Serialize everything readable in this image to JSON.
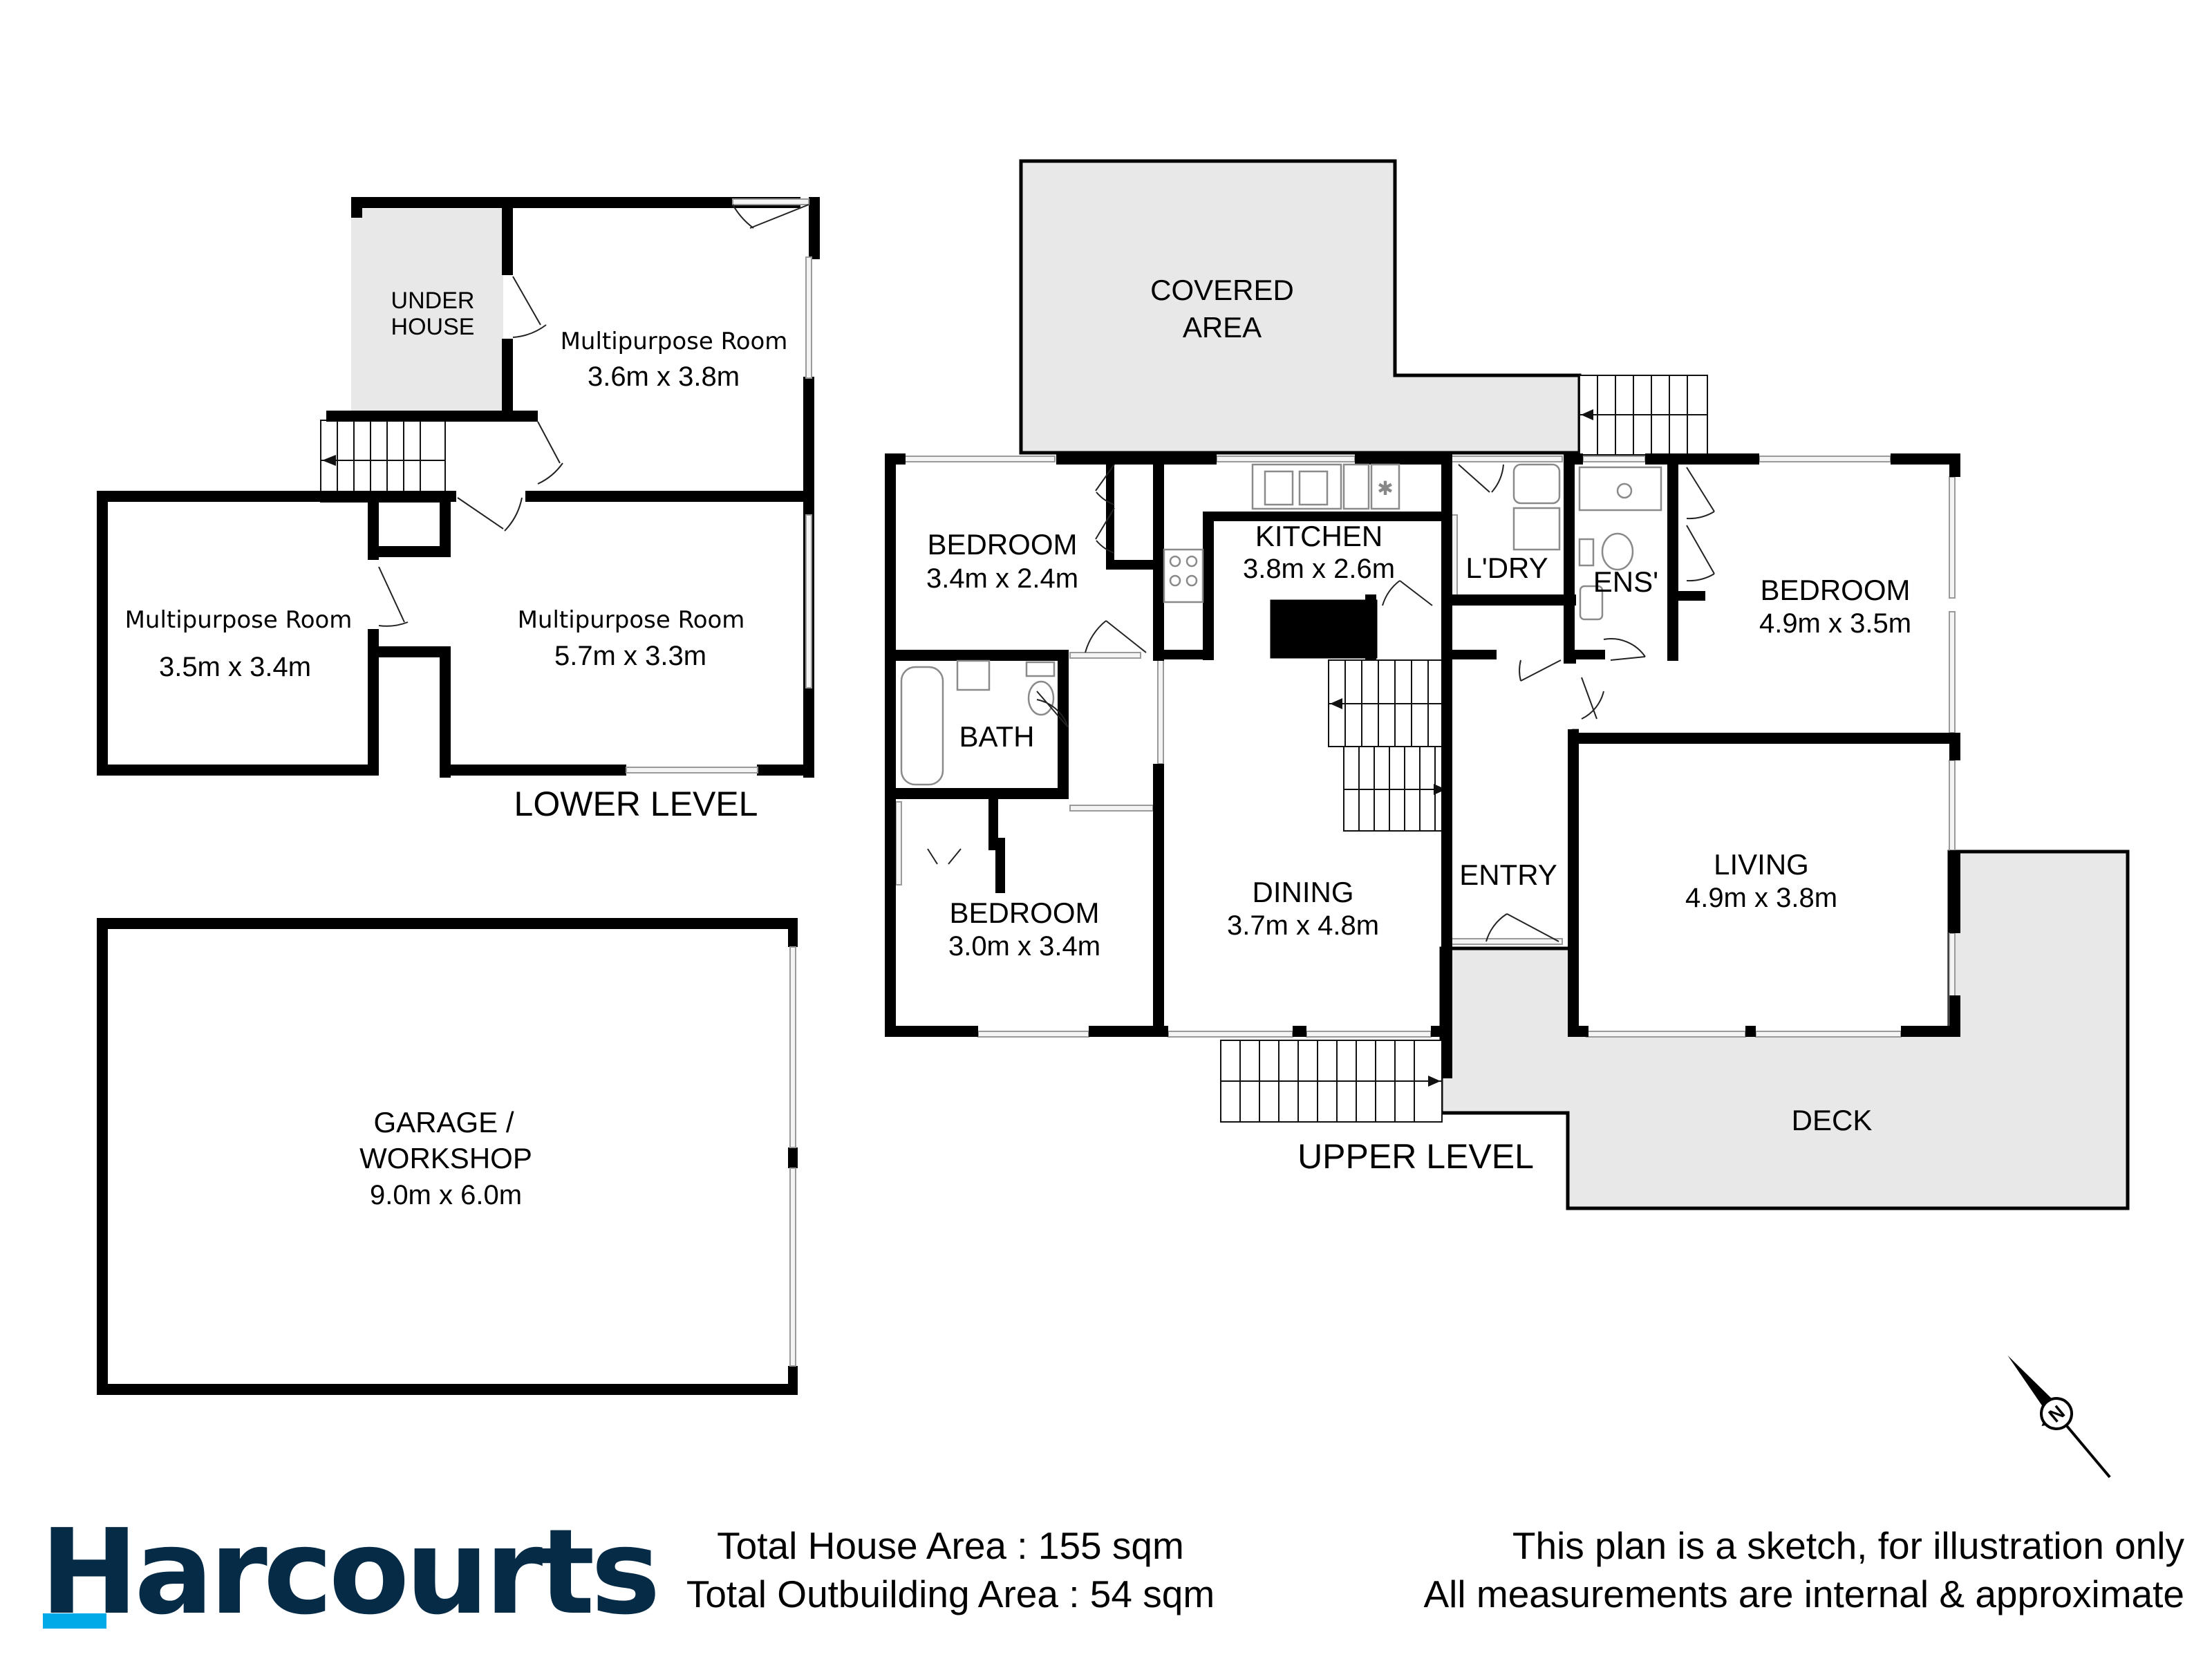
{
  "brand": {
    "name": "Harcourts",
    "colors": {
      "primary": "#062b46",
      "accent": "#00a9e8"
    }
  },
  "levels": {
    "lower": {
      "label": "LOWER LEVEL",
      "rooms": [
        {
          "name": "UNDER",
          "name2": "HOUSE",
          "dims": ""
        },
        {
          "name": "Multipurpose Room",
          "dims": "3.6m x 3.8m"
        },
        {
          "name": "Multipurpose Room",
          "dims": "3.5m x 3.4m"
        },
        {
          "name": "Multipurpose Room",
          "dims": "5.7m x 3.3m"
        }
      ]
    },
    "upper": {
      "label": "UPPER LEVEL",
      "rooms": [
        {
          "name": "COVERED",
          "name2": "AREA",
          "dims": ""
        },
        {
          "name": "BEDROOM",
          "dims": "3.4m x 2.4m"
        },
        {
          "name": "KITCHEN",
          "dims": "3.8m x 2.6m"
        },
        {
          "name": "L'DRY",
          "dims": ""
        },
        {
          "name": "ENS'",
          "dims": ""
        },
        {
          "name": "BEDROOM",
          "dims": "4.9m x 3.5m"
        },
        {
          "name": "BATH",
          "dims": ""
        },
        {
          "name": "BEDROOM",
          "dims": "3.0m x 3.4m"
        },
        {
          "name": "DINING",
          "dims": "3.7m x 4.8m"
        },
        {
          "name": "ENTRY",
          "dims": ""
        },
        {
          "name": "LIVING",
          "dims": "4.9m x 3.8m"
        },
        {
          "name": "DECK",
          "dims": ""
        }
      ]
    },
    "outbuilding": {
      "rooms": [
        {
          "name": "GARAGE /",
          "name2": "WORKSHOP",
          "dims": "9.0m x 6.0m"
        }
      ]
    }
  },
  "compass": {
    "icon": "north-arrow-icon",
    "letter": "N"
  },
  "footer": {
    "house_area": "Total House Area : 155 sqm",
    "outbuilding_area": "Total Outbuilding Area : 54 sqm",
    "disclaimer_line1": "This plan is a sketch, for illustration only",
    "disclaimer_line2": "All measurements are internal & approximate"
  }
}
